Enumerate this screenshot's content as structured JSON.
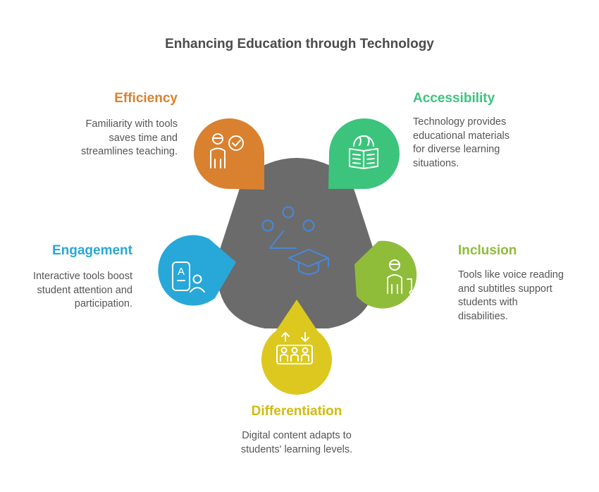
{
  "title": "Enhancing Education through Technology",
  "colors": {
    "center": "#6b6b6b",
    "efficiency": "#d9812f",
    "accessibility": "#3cc47c",
    "inclusion": "#8fbd3a",
    "differentiation": "#ddc820",
    "engagement": "#27a8d8",
    "center_icon": "#4a86d4"
  },
  "center_icon": "people-graduation-cap-icon",
  "items": {
    "efficiency": {
      "label": "Efficiency",
      "icon": "person-checkmark-icon",
      "lines": [
        "Familiarity with tools",
        "saves time and",
        "streamlines teaching."
      ]
    },
    "accessibility": {
      "label": "Accessibility",
      "icon": "globe-book-icon",
      "lines": [
        "Technology provides",
        "educational materials",
        "for diverse learning",
        "situations."
      ]
    },
    "inclusion": {
      "label": "Inclusion",
      "icon": "person-with-cane-icon",
      "lines": [
        "Tools like voice reading",
        "and subtitles support",
        "students with",
        "disabilities."
      ]
    },
    "differentiation": {
      "label": "Differentiation",
      "icon": "students-up-down-arrows-icon",
      "lines": [
        "Digital content adapts to",
        "students' learning levels."
      ]
    },
    "engagement": {
      "label": "Engagement",
      "icon": "student-document-icon",
      "lines": [
        "Interactive tools boost",
        "student attention and",
        "participation."
      ]
    }
  }
}
